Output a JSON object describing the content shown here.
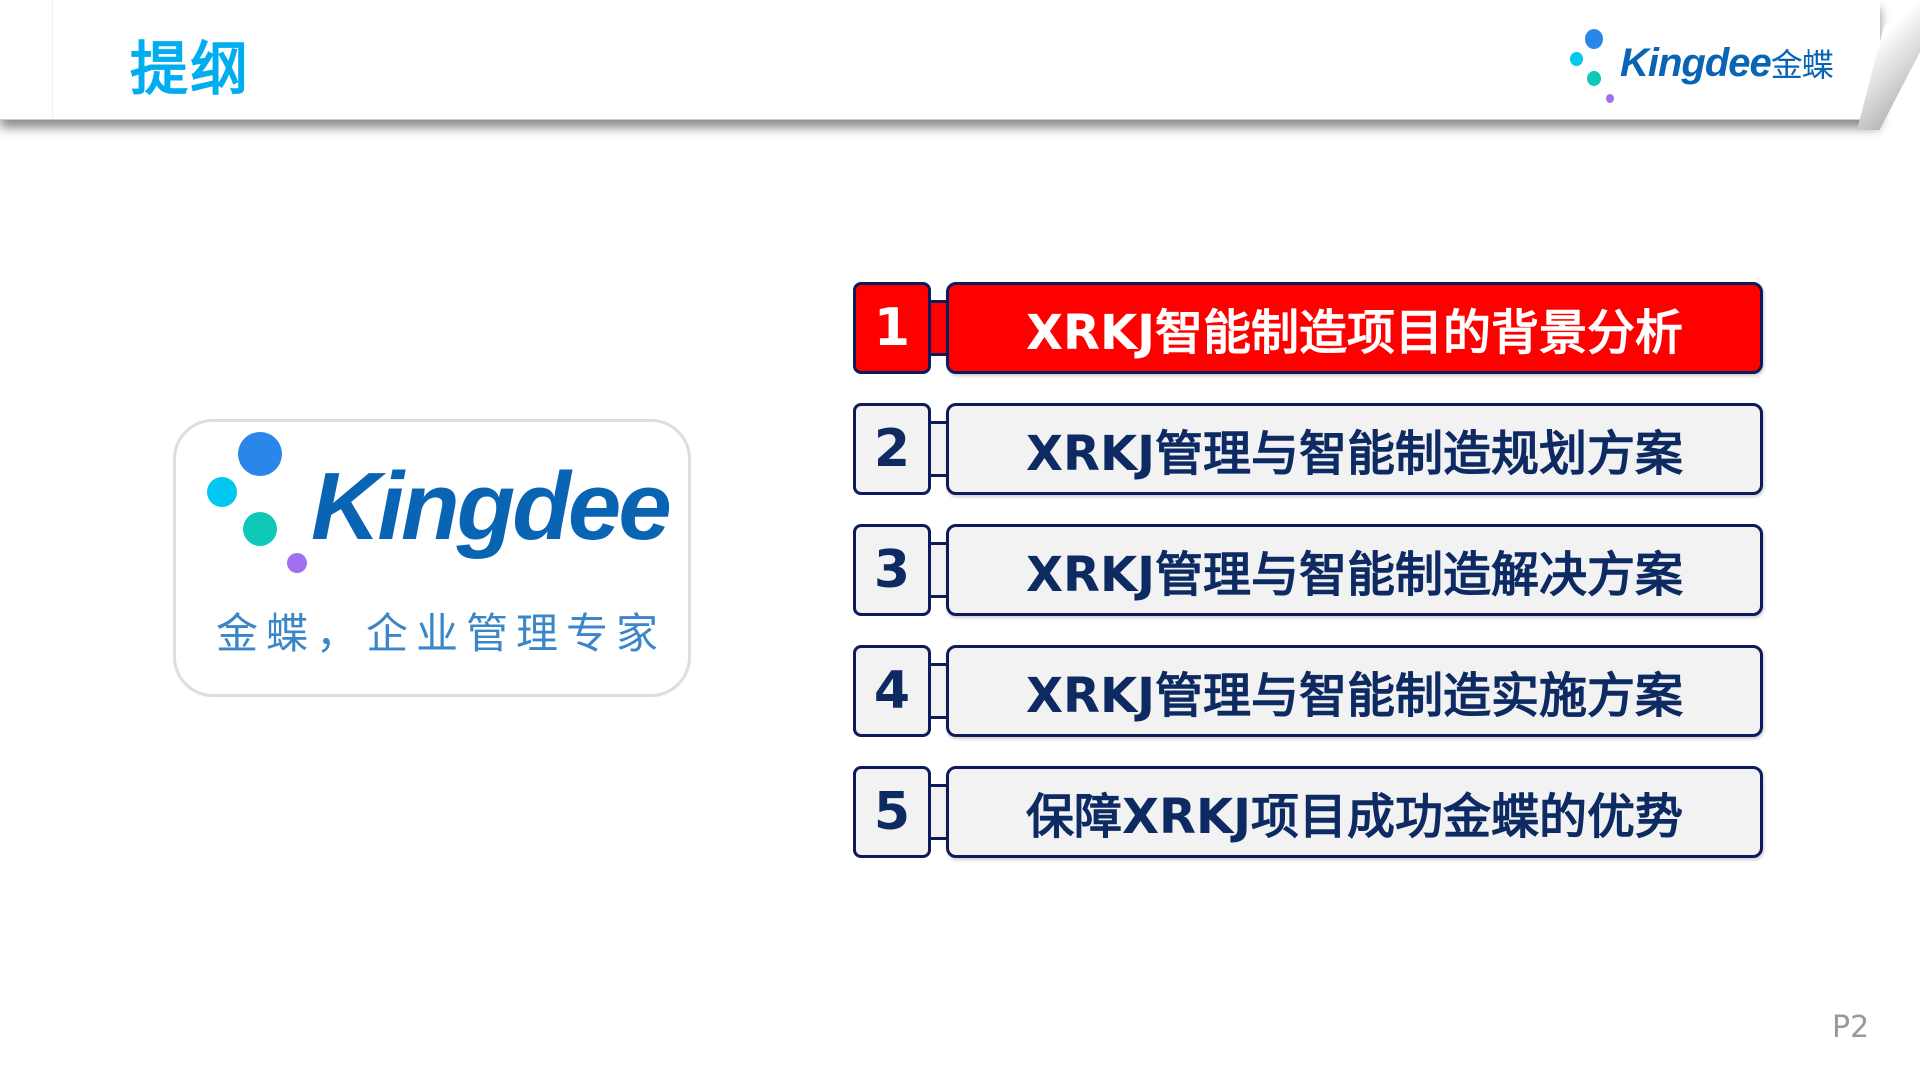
{
  "header": {
    "title": "提纲",
    "logo_text": "Kingdee",
    "logo_cn": "金蝶"
  },
  "logo_card": {
    "word": "Kingdee",
    "tagline": "金蝶，企业管理专家"
  },
  "outline": {
    "items": [
      {
        "num": "1",
        "label": "XRKJ智能制造项目的背景分析",
        "active": true
      },
      {
        "num": "2",
        "label": "XRKJ管理与智能制造规划方案",
        "active": false
      },
      {
        "num": "3",
        "label": "XRKJ管理与智能制造解决方案",
        "active": false
      },
      {
        "num": "4",
        "label": "XRKJ管理与智能制造实施方案",
        "active": false
      },
      {
        "num": "5",
        "label": "保障XRKJ项目成功金蝶的优势",
        "active": false
      }
    ]
  },
  "colors": {
    "active": "#ff0000",
    "border": "#0d1a5e",
    "text": "#0d2a63",
    "title": "#00aeef",
    "brand": "#0a64b4"
  },
  "page_number": "P2"
}
